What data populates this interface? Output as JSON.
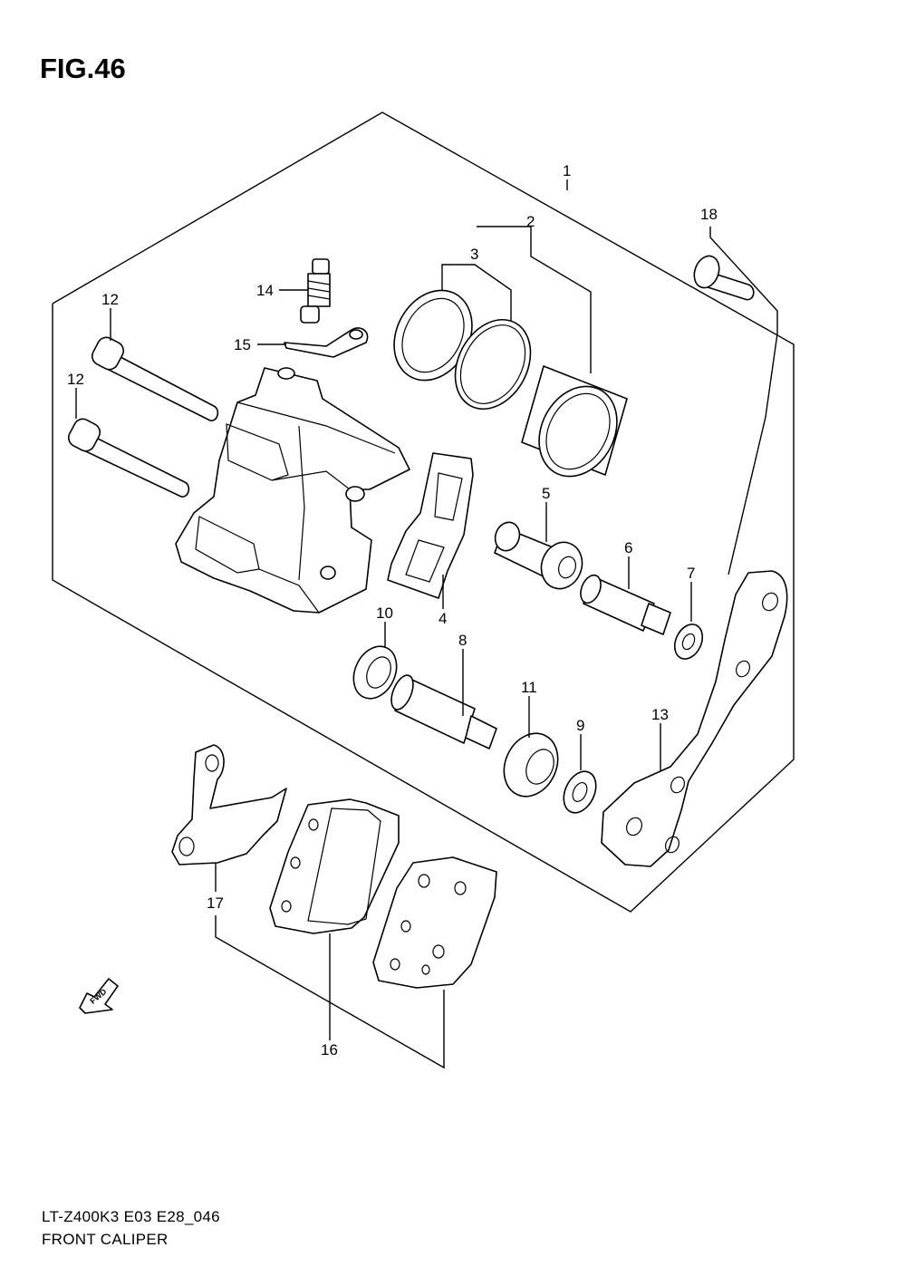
{
  "figure": {
    "title": "FIG.46",
    "model_code": "LT-Z400K3 E03 E28_046",
    "name": "FRONT CALIPER"
  },
  "fwd_label": "FWD",
  "callouts": [
    "1",
    "2",
    "3",
    "4",
    "5",
    "6",
    "7",
    "8",
    "9",
    "10",
    "11",
    "12",
    "12",
    "13",
    "14",
    "15",
    "16",
    "17",
    "18"
  ]
}
